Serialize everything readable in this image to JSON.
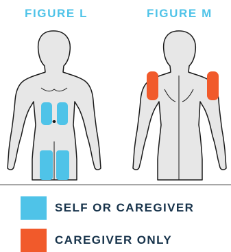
{
  "figures": {
    "left_title": "FIGURE L",
    "right_title": "FIGURE M"
  },
  "legend": {
    "self_label": "SELF OR CAREGIVER",
    "caregiver_label": "CAREGIVER ONLY"
  },
  "colors": {
    "self_or_caregiver": "#4fc3e8",
    "caregiver_only": "#f15a2b",
    "title": "#4fc3e8",
    "legend_text": "#16324a",
    "body_fill": "#e7e7e7",
    "body_outline": "#1a1a1a",
    "ground_line": "#8a8a8a"
  }
}
